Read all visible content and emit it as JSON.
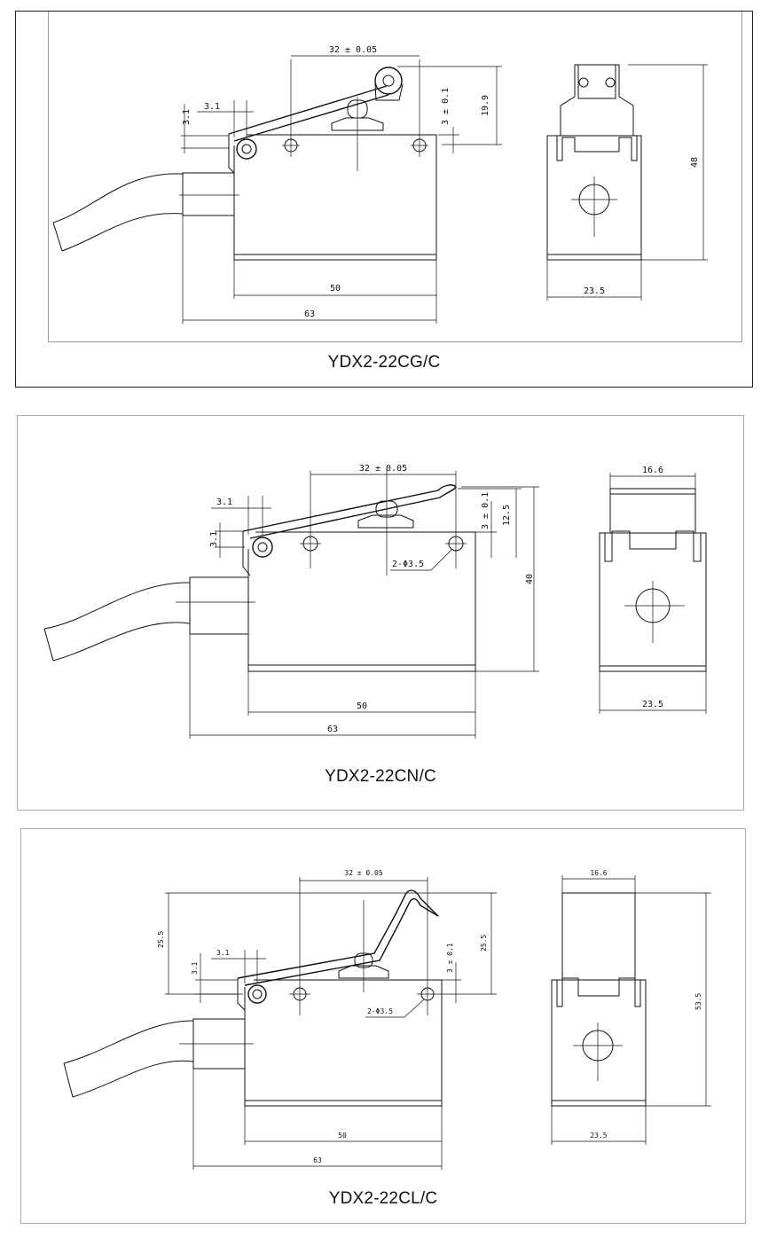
{
  "panels": [
    {
      "model": "YDX2-22CG/C",
      "dimensions": {
        "pitch": "32 ± 0.05",
        "lever_offset": "3.1",
        "lever_height": "3.1",
        "travel": "3 ± 0.1",
        "actuator_height": "19.9",
        "side_height": "48",
        "body_length": "50",
        "total_length": "63",
        "side_width": "23.5"
      }
    },
    {
      "model": "YDX2-22CN/C",
      "dimensions": {
        "pitch": "32 ± 0.05",
        "lever_offset": "3.1",
        "lever_height": "3.1",
        "travel": "3 ± 0.1",
        "actuator_height": "12.5",
        "holes": "2-Φ3.5",
        "side_height": "40",
        "top_width": "16.6",
        "body_length": "50",
        "total_length": "63",
        "side_width": "23.5"
      }
    },
    {
      "model": "YDX2-22CL/C",
      "dimensions": {
        "pitch": "32 ± 0.05",
        "lever_offset": "3.1",
        "lever_height": "3.1",
        "travel": "3 ± 0.1",
        "left_height": "25.5",
        "right_height": "25.5",
        "holes": "2-Φ3.5",
        "top_width": "16.6",
        "side_height": "53.5",
        "body_length": "50",
        "total_length": "63",
        "side_width": "23.5"
      }
    }
  ]
}
